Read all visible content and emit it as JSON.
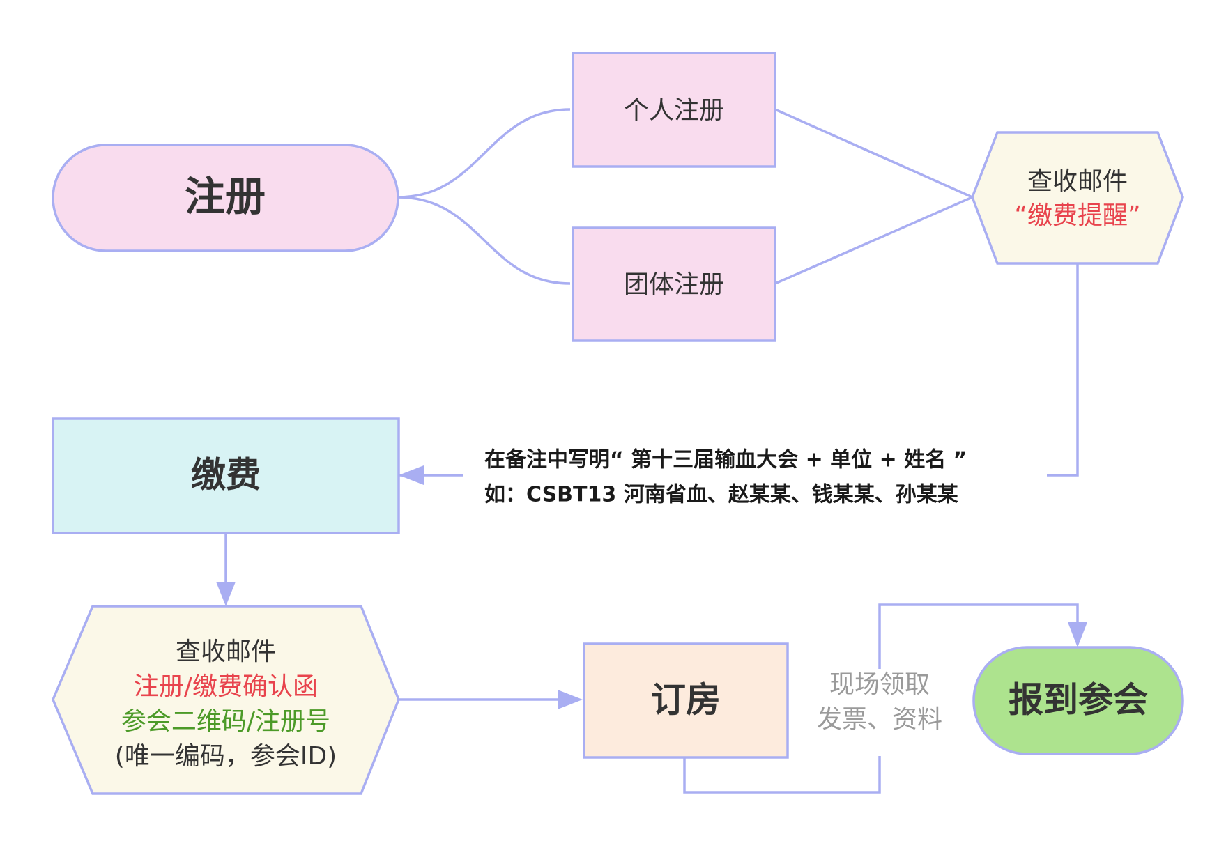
{
  "colors": {
    "line": "#a9aef2",
    "pink": "#f9dcee",
    "cyan": "#d8f3f4",
    "cream": "#fbf8e8",
    "peach": "#fdebdd",
    "green": "#ade38e",
    "text_dark": "#333333",
    "text_red": "#e8444d",
    "text_green": "#4c9a28",
    "text_gray": "#9a9a9a"
  },
  "nodes": {
    "register": "注册",
    "individual": "个人注册",
    "group": "团体注册",
    "mail1": {
      "line1": "查收邮件",
      "line2": "“缴费提醒”"
    },
    "payment": "缴费",
    "mail2": {
      "line1": "查收邮件",
      "line2": "注册/缴费确认函",
      "line3": "参会二维码/注册号",
      "line4": "(唯一编码，参会ID)"
    },
    "hotel": "订房",
    "checkin": "报到参会"
  },
  "notes": {
    "payment_remark_line1": "在备注中写明“ 第十三届输血大会 + 单位 + 姓名 ”",
    "payment_remark_line2": "如：CSBT13 河南省血、赵某某、钱某某、孙某某",
    "onsite_line1": "现场领取",
    "onsite_line2": "发票、资料"
  }
}
